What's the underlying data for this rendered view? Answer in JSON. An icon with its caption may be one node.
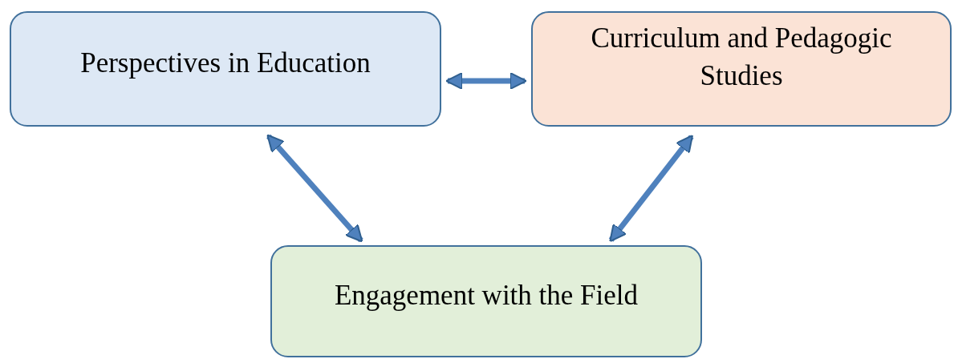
{
  "diagram": {
    "nodes": [
      {
        "text": [
          "Perspectives in Education"
        ]
      },
      {
        "text": [
          "Curriculum and Pedagogic Studies"
        ]
      },
      {
        "text": [
          "Engagement with the Field"
        ]
      }
    ],
    "edges": [
      {
        "from": 0,
        "to": 1,
        "arrow": "both"
      },
      {
        "from": 0,
        "to": 2,
        "arrow": "both"
      },
      {
        "from": 1,
        "to": 2,
        "arrow": "both"
      }
    ]
  }
}
